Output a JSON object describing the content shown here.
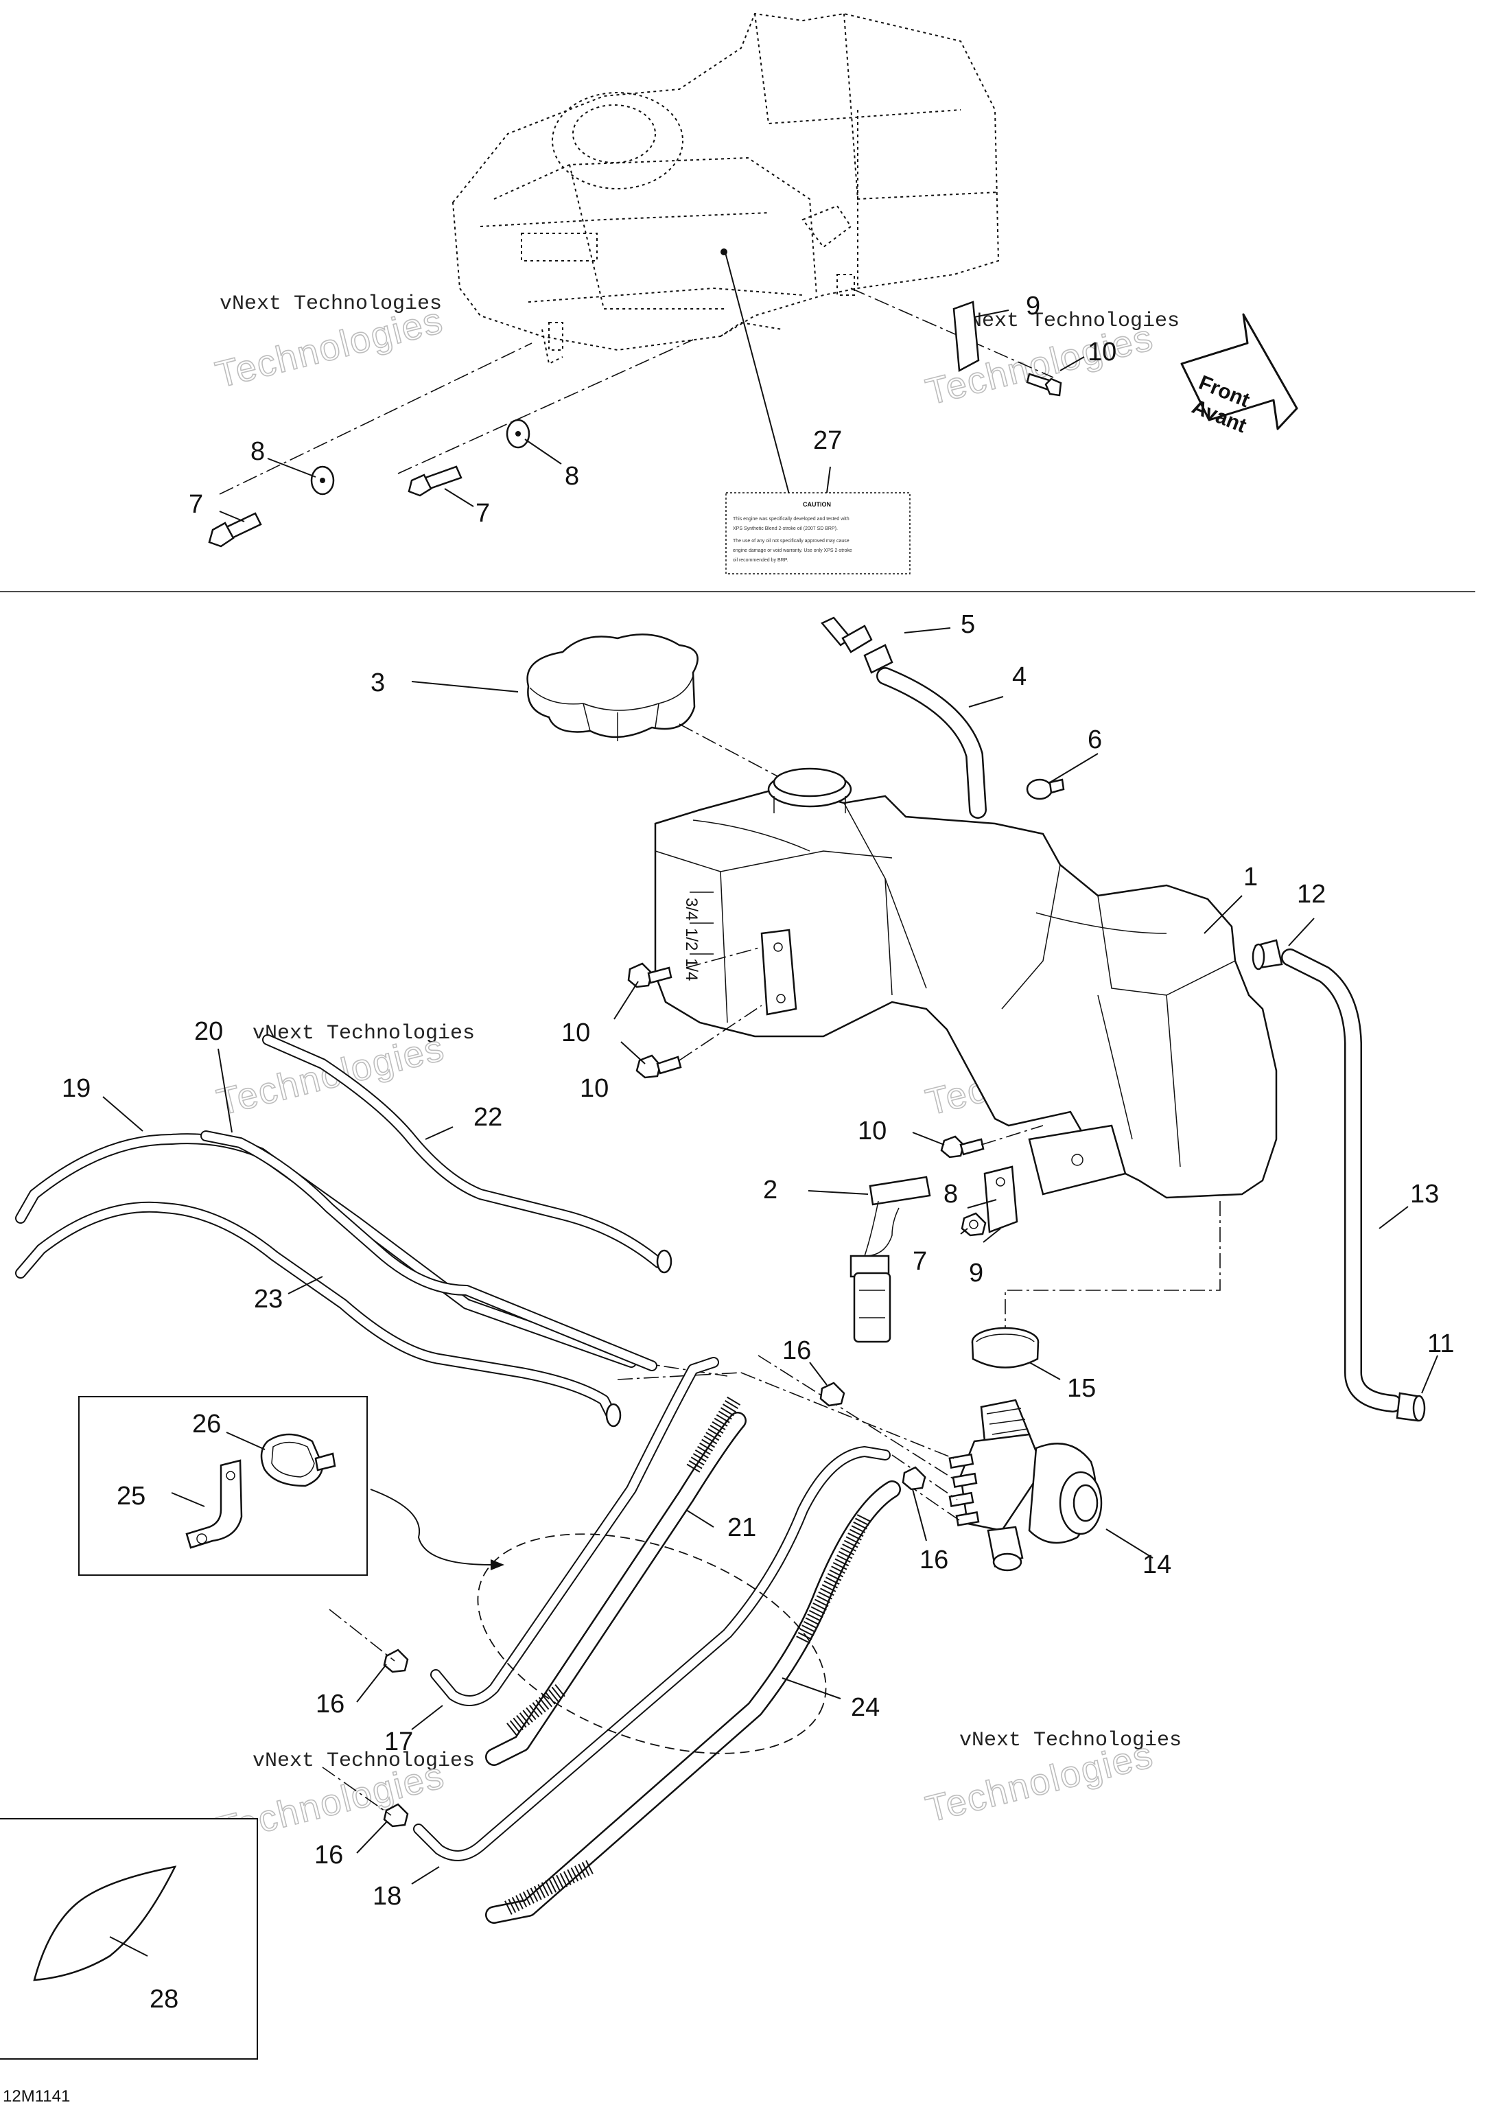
{
  "diagram_code": "12M1141",
  "direction_arrow": {
    "line1": "Front",
    "line2": "Avant"
  },
  "watermark": {
    "line1": "vNext Technologies",
    "line2": "Technologies"
  },
  "caution_label": {
    "title": "CAUTION",
    "lines": [
      "This engine was specifically developed and tested with",
      "XPS Synthetic Blend 2-stroke oil (2007 SD BRP).",
      "The use of any oil not specifically approved may cause",
      "engine damage or void warranty. Use only XPS 2-stroke",
      "oil recommended by BRP."
    ]
  },
  "callouts": [
    {
      "label": "1"
    },
    {
      "label": "2"
    },
    {
      "label": "3"
    },
    {
      "label": "4"
    },
    {
      "label": "5"
    },
    {
      "label": "6"
    },
    {
      "label": "7"
    },
    {
      "label": "7"
    },
    {
      "label": "7"
    },
    {
      "label": "8"
    },
    {
      "label": "8"
    },
    {
      "label": "8"
    },
    {
      "label": "9"
    },
    {
      "label": "9"
    },
    {
      "label": "10"
    },
    {
      "label": "10"
    },
    {
      "label": "10"
    },
    {
      "label": "10"
    },
    {
      "label": "11"
    },
    {
      "label": "12"
    },
    {
      "label": "13"
    },
    {
      "label": "14"
    },
    {
      "label": "15"
    },
    {
      "label": "16"
    },
    {
      "label": "16"
    },
    {
      "label": "16"
    },
    {
      "label": "16"
    },
    {
      "label": "17"
    },
    {
      "label": "18"
    },
    {
      "label": "19"
    },
    {
      "label": "20"
    },
    {
      "label": "21"
    },
    {
      "label": "22"
    },
    {
      "label": "23"
    },
    {
      "label": "24"
    },
    {
      "label": "25"
    },
    {
      "label": "26"
    },
    {
      "label": "27"
    },
    {
      "label": "28"
    }
  ]
}
